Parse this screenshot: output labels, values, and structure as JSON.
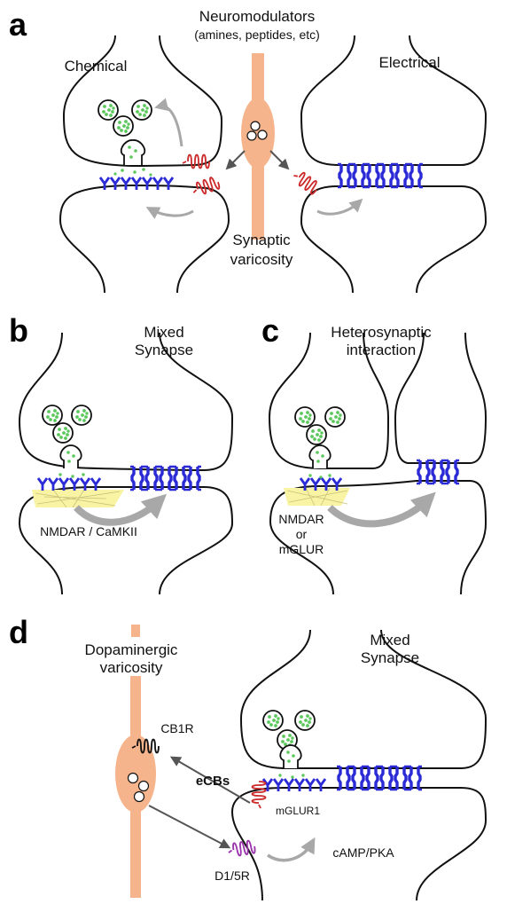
{
  "colors": {
    "membrane": "#111111",
    "gap_junction": "#2a2ad6",
    "receptor_red": "#cc2a2a",
    "receptor_purple": "#9933aa",
    "vesicle_fill": "#5cc85c",
    "varicosity": "#f6b48c",
    "arrow_gray": "#a8a8a8",
    "arrow_dark": "#555555",
    "camkii_yellow": "#f8f4a4"
  },
  "panel_a": {
    "letter": "a",
    "title_line1": "Neuromodulators",
    "title_line2": "(amines, peptides, etc)",
    "chemical": "Chemical",
    "electrical": "Electrical",
    "varicosity_line1": "Synaptic",
    "varicosity_line2": "varicosity"
  },
  "panel_b": {
    "letter": "b",
    "title_line1": "Mixed",
    "title_line2": "Synapse",
    "caption": "NMDAR / CaMKII"
  },
  "panel_c": {
    "letter": "c",
    "title_line1": "Heterosynaptic",
    "title_line2": "interaction",
    "caption_line1": "NMDAR",
    "caption_line2": "or",
    "caption_line3": "mGLUR"
  },
  "panel_d": {
    "letter": "d",
    "varicosity_line1": "Dopaminergic",
    "varicosity_line2": "varicosity",
    "title_line1": "Mixed",
    "title_line2": "Synapse",
    "cb1r": "CB1R",
    "ecbs": "eCBs",
    "mglur1": "mGLUR1",
    "d15r": "D1/5R",
    "camp": "cAMP/PKA"
  }
}
